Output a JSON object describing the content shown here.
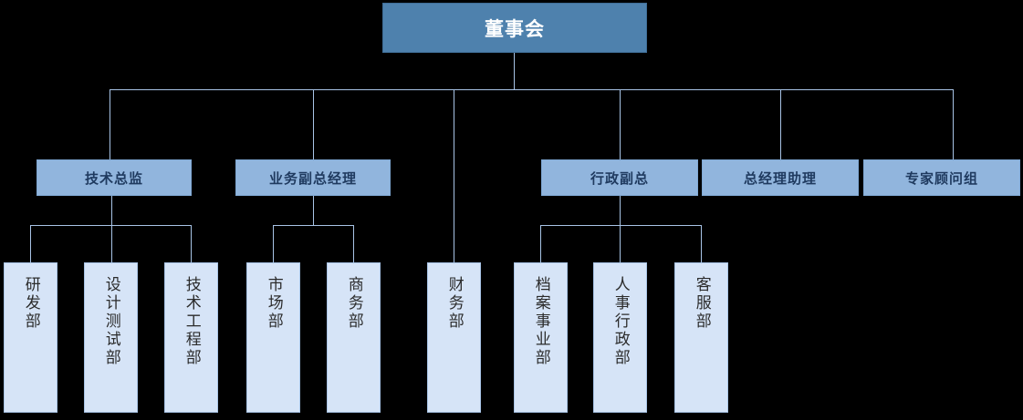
{
  "chart_data": {
    "type": "diagram",
    "diagram_type": "organization-chart",
    "title": "",
    "orientation": "top-down",
    "levels": 3,
    "colors": {
      "background": "#000000",
      "level1_fill": "#4E81AD",
      "level1_text": "#FFFFFF",
      "level2_fill": "#91B5DD",
      "level2_text": "#1F3A5F",
      "level3_fill": "#D6E4F7",
      "level3_text": "#2B2B2B",
      "connector": "#A8C4E6"
    },
    "nodes": [
      {
        "id": "n0",
        "level": 1,
        "label": "董事会",
        "parent": null
      },
      {
        "id": "n1",
        "level": 2,
        "label": "技术总监",
        "parent": "n0"
      },
      {
        "id": "n2",
        "level": 2,
        "label": "业务副总经理",
        "parent": "n0"
      },
      {
        "id": "n3",
        "level": 2,
        "label": "行政副总",
        "parent": "n0"
      },
      {
        "id": "n4",
        "level": 2,
        "label": "总经理助理",
        "parent": "n0"
      },
      {
        "id": "n5",
        "level": 2,
        "label": "专家顾问组",
        "parent": "n0"
      },
      {
        "id": "n6",
        "level": 3,
        "label": "研发部",
        "parent": "n1"
      },
      {
        "id": "n7",
        "level": 3,
        "label": "设计测试部",
        "parent": "n1"
      },
      {
        "id": "n8",
        "level": 3,
        "label": "技术工程部",
        "parent": "n1"
      },
      {
        "id": "n9",
        "level": 3,
        "label": "市场部",
        "parent": "n2"
      },
      {
        "id": "n10",
        "level": 3,
        "label": "商务部",
        "parent": "n2"
      },
      {
        "id": "n11",
        "level": 3,
        "label": "财务部",
        "parent": "n0"
      },
      {
        "id": "n12",
        "level": 3,
        "label": "档案事业部",
        "parent": "n3"
      },
      {
        "id": "n13",
        "level": 3,
        "label": "人事行政部",
        "parent": "n3"
      },
      {
        "id": "n14",
        "level": 3,
        "label": "客服部",
        "parent": "n3"
      }
    ]
  },
  "root": {
    "label": "董事会"
  },
  "level2": [
    {
      "label": "技术总监"
    },
    {
      "label": "业务副总经理"
    },
    {
      "label": "行政副总"
    },
    {
      "label": "总经理助理"
    },
    {
      "label": "专家顾问组"
    }
  ],
  "level3": [
    {
      "label": "研发部"
    },
    {
      "label": "设计测试部"
    },
    {
      "label": "技术工程部"
    },
    {
      "label": "市场部"
    },
    {
      "label": "商务部"
    },
    {
      "label": "财务部"
    },
    {
      "label": "档案事业部"
    },
    {
      "label": "人事行政部"
    },
    {
      "label": "客服部"
    }
  ]
}
